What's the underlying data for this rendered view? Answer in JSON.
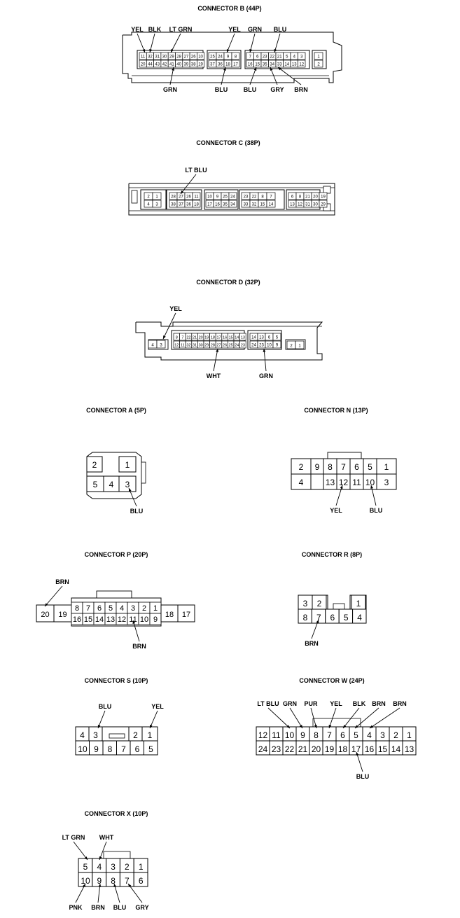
{
  "connectors": [
    {
      "id": "B",
      "title": "CONNECTOR B (44P)",
      "pins_top": [
        "11",
        "32",
        "31",
        "30",
        "29",
        "28",
        "27",
        "26",
        "10",
        "25",
        "24",
        "9",
        "8",
        "7",
        "6",
        "23",
        "22",
        "21",
        "5",
        "4",
        "3",
        "1"
      ],
      "pins_bottom": [
        "20",
        "44",
        "43",
        "42",
        "41",
        "40",
        "39",
        "38",
        "19",
        "37",
        "36",
        "18",
        "17",
        "16",
        "15",
        "35",
        "34",
        "33",
        "14",
        "13",
        "12",
        "2"
      ],
      "wires_top": [
        "YEL",
        "BLK",
        "LT GRN",
        "YEL",
        "GRN",
        "BLU"
      ],
      "wires_bottom": [
        "GRN",
        "BLU",
        "BLU",
        "GRY",
        "BRN"
      ]
    },
    {
      "id": "C",
      "title": "CONNECTOR C (38P)",
      "pins_top": [
        "2",
        "1",
        "28",
        "27",
        "26",
        "11",
        "10",
        "9",
        "25",
        "24",
        "23",
        "22",
        "8",
        "7",
        "6",
        "8",
        "21",
        "20",
        "19"
      ],
      "pins_bottom": [
        "4",
        "3",
        "38",
        "37",
        "36",
        "18",
        "17",
        "16",
        "35",
        "34",
        "33",
        "32",
        "15",
        "14",
        "13",
        "12",
        "31",
        "30",
        "29"
      ],
      "wires_top": [
        "LT BLU"
      ],
      "wires_bottom": []
    },
    {
      "id": "D",
      "title": "CONNECTOR D (32P)",
      "pins_top": [
        "8",
        "7",
        "22",
        "21",
        "20",
        "19",
        "18",
        "17",
        "16",
        "15",
        "14",
        "13",
        "6",
        "5"
      ],
      "pins_bottom": [
        "12",
        "11",
        "32",
        "31",
        "30",
        "29",
        "28",
        "27",
        "26",
        "25",
        "24",
        "23",
        "10",
        "9"
      ],
      "pins_side": [
        "4",
        "3",
        "2",
        "1"
      ],
      "wires_top": [
        "YEL"
      ],
      "wires_bottom": [
        "WHT",
        "GRN"
      ]
    },
    {
      "id": "A",
      "title": "CONNECTOR A (5P)",
      "pins": [
        "2",
        "1",
        "5",
        "4",
        "3"
      ],
      "wires_bottom": [
        "BLU"
      ]
    },
    {
      "id": "N",
      "title": "CONNECTOR N (13P)",
      "pins": [
        "2",
        "9",
        "8",
        "7",
        "6",
        "5",
        "1",
        "4",
        "13",
        "12",
        "11",
        "10",
        "3"
      ],
      "wires_bottom": [
        "YEL",
        "BLU"
      ]
    },
    {
      "id": "P",
      "title": "CONNECTOR P (20P)",
      "pins": [
        "20",
        "19",
        "8",
        "7",
        "6",
        "5",
        "4",
        "3",
        "2",
        "1",
        "16",
        "15",
        "14",
        "13",
        "12",
        "11",
        "10",
        "9",
        "18",
        "17"
      ],
      "wires_top": [
        "BRN"
      ],
      "wires_bottom": [
        "BRN"
      ]
    },
    {
      "id": "R",
      "title": "CONNECTOR R (8P)",
      "pins": [
        "3",
        "2",
        "1",
        "8",
        "7",
        "6",
        "5",
        "4"
      ],
      "wires_bottom": [
        "BRN"
      ]
    },
    {
      "id": "S",
      "title": "CONNECTOR S (10P)",
      "pins": [
        "4",
        "3",
        "2",
        "1",
        "10",
        "9",
        "8",
        "7",
        "6",
        "5"
      ],
      "wires_top": [
        "BLU",
        "YEL"
      ]
    },
    {
      "id": "W",
      "title": "CONNECTOR W (24P)",
      "pins_top": [
        "12",
        "11",
        "10",
        "9",
        "8",
        "7",
        "6",
        "5",
        "4",
        "3",
        "2",
        "1"
      ],
      "pins_bottom": [
        "24",
        "23",
        "22",
        "21",
        "20",
        "19",
        "18",
        "17",
        "16",
        "15",
        "14",
        "13"
      ],
      "wires_top": [
        "LT BLU",
        "GRN",
        "PUR",
        "YEL",
        "BLK",
        "BRN",
        "BRN"
      ],
      "wires_bottom": [
        "BLU"
      ]
    },
    {
      "id": "X",
      "title": "CONNECTOR X (10P)",
      "pins_top": [
        "5",
        "4",
        "3",
        "2",
        "1"
      ],
      "pins_bottom": [
        "10",
        "9",
        "8",
        "7",
        "6"
      ],
      "wires_top": [
        "LT GRN",
        "WHT"
      ],
      "wires_bottom": [
        "PNK",
        "BRN",
        "BLU",
        "GRY"
      ]
    }
  ]
}
